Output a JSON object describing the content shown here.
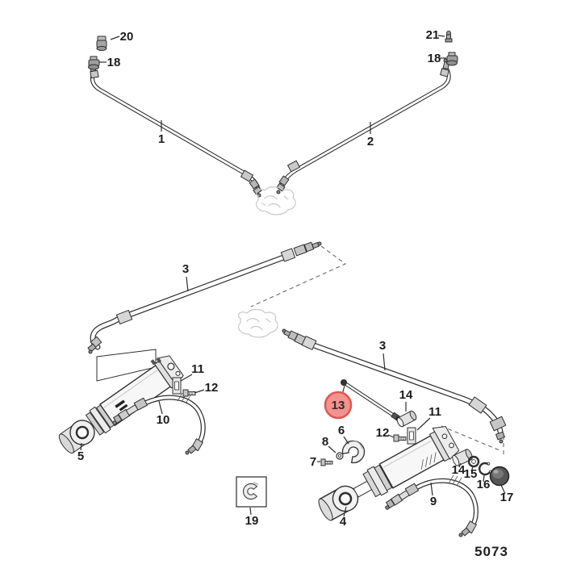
{
  "figure_code": "5073",
  "colors": {
    "background": "#ffffff",
    "line": "#2f2f2f",
    "ghost": "#c9c9c9"
  },
  "highlight": {
    "part": "13",
    "fill": "#f2938f",
    "stroke": "#e15550",
    "text_color": "#3b2422"
  },
  "callouts": {
    "n20": "20",
    "n18a": "18",
    "n1": "1",
    "n21": "21",
    "n18b": "18",
    "n2": "2",
    "n3a": "3",
    "n3b": "3",
    "n11a": "11",
    "n12a": "12",
    "n10": "10",
    "n5": "5",
    "n13": "13",
    "n14a": "14",
    "n11b": "11",
    "n12b": "12",
    "n6": "6",
    "n8": "8",
    "n7": "7",
    "n19": "19",
    "n4": "4",
    "n9": "9",
    "n14b": "14",
    "n15": "15",
    "n16": "16",
    "n17": "17"
  }
}
